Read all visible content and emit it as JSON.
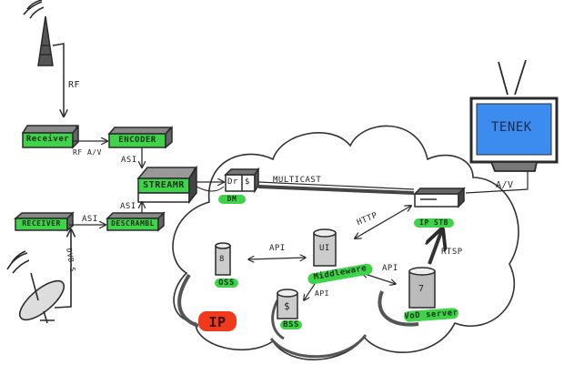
{
  "colors": {
    "highlight_green": "#39d84a",
    "highlight_red": "#f03a1c",
    "screen_blue": "#3c8cf0",
    "ink": "#2a2a2a"
  },
  "nodes": {
    "antenna": {
      "icon": "radio-tower-icon"
    },
    "satellite_dish": {
      "icon": "satellite-dish-icon"
    },
    "receiver_top": {
      "label": "Receiver"
    },
    "encoder": {
      "label": "ENCODER"
    },
    "streamer": {
      "label": "STREAMR"
    },
    "receiver_bottom": {
      "label": "RECEIVER"
    },
    "descrambler": {
      "label": "DESCRAMBL"
    },
    "drm_box": {
      "label": "DM",
      "inner_left": "Dr",
      "inner_right": "$"
    },
    "ip_stb": {
      "label": "IP STB"
    },
    "tv": {
      "screen_text": "TENEK",
      "icon": "television-icon"
    },
    "oss": {
      "label": "OSS",
      "glyph": "8"
    },
    "middleware": {
      "label": "Middleware",
      "glyph": "UI"
    },
    "bss": {
      "label": "BSS",
      "glyph": "$"
    },
    "vod_server": {
      "label": "VoD server",
      "glyph": "7"
    },
    "ip_cloud": {
      "label": "IP"
    }
  },
  "edges": {
    "rf": "RF",
    "rf_av": "RF A/V",
    "asi_encoder_streamer": "ASI",
    "asi_descrambler_streamer": "ASI",
    "asi_receiver_descrambler": "ASI",
    "dvb_s": "DVB-S",
    "multicast": "MULTICAST",
    "http": "HTTP",
    "av": "A/V",
    "api_oss_middleware": "API",
    "api_middleware_bss": "API",
    "api_middleware_vod": "API",
    "rtsp": "RTSP"
  }
}
